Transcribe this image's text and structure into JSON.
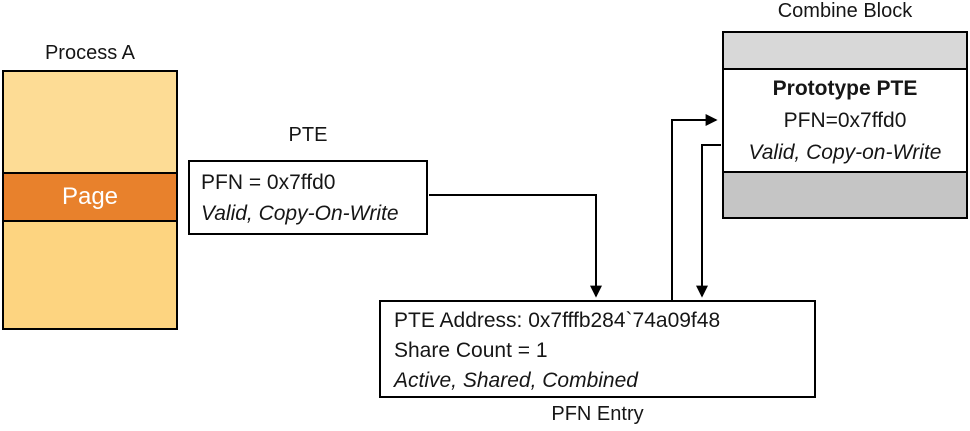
{
  "diagram": {
    "process_a": {
      "label": "Process A",
      "page_label": "Page"
    },
    "pte": {
      "label": "PTE",
      "line1": "PFN = 0x7ffd0",
      "line2": "Valid, Copy-On-Write"
    },
    "combine_block": {
      "label": "Combine Block",
      "title": "Prototype PTE",
      "line1": "PFN=0x7ffd0",
      "line2": "Valid, Copy-on-Write"
    },
    "pfn_entry": {
      "label": "PFN Entry",
      "line1": "PTE Address: 0x7fffb284`74a09f48",
      "line2": "Share Count = 1",
      "line3": "Active, Shared, Combined"
    },
    "colors": {
      "page_band": "#E8812C",
      "process_top": "#FDDC95",
      "process_bottom": "#FDD480",
      "combine_gray_top": "#D8D8D8",
      "combine_gray_bottom": "#C5C5C5"
    }
  }
}
